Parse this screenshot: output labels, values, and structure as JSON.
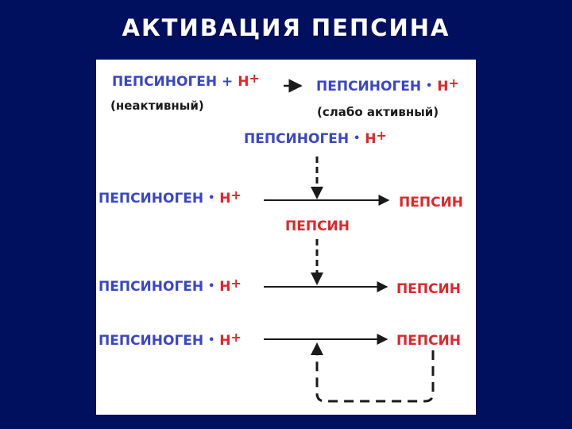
{
  "slide": {
    "title": "АКТИВАЦИЯ  ПЕПСИНА"
  },
  "labels": {
    "pepsinogen": "ПЕПСИНОГЕН",
    "plus_sign": "+",
    "hydrogen": "Н",
    "proton_sup": "+",
    "complex_dot": "•",
    "pepsin": "ПЕПСИН",
    "inactive_note": "(неактивный)",
    "weak_active_note": "(слабо активный)"
  },
  "colors": {
    "background": "#000f5e",
    "panel": "#ffffff",
    "pepsinogen_text": "#3a46c8",
    "hydrogen_and_pepsin_text": "#e0262a",
    "arrows": "#1a1a1a"
  }
}
